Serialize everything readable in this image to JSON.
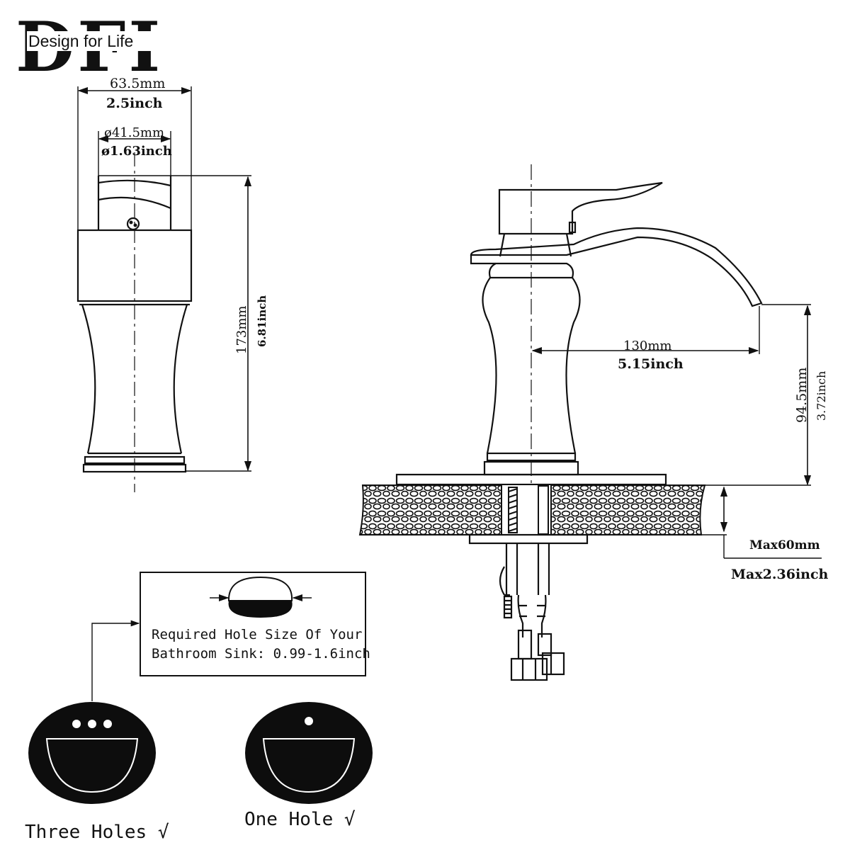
{
  "logo": {
    "letters": "DFI",
    "tagline": "Design for Life"
  },
  "front_view": {
    "width_mm": "63.5mm",
    "width_in": "2.5inch",
    "diameter_mm": "ø41.5mm",
    "diameter_in": "ø1.63inch",
    "height_mm": "173mm",
    "height_in": "6.81inch"
  },
  "side_view": {
    "reach_mm": "130mm",
    "reach_in": "5.15inch",
    "spout_height_mm": "94.5mm",
    "spout_height_in": "3.72inch",
    "deck_mm": "Max60mm",
    "deck_in": "Max2.36inch"
  },
  "hole_note": {
    "line1": "Required Hole Size Of Your",
    "line2": "Bathroom Sink: 0.99-1.6inch"
  },
  "sinks": {
    "three_holes": "Three Holes √",
    "one_hole": "One Hole  √"
  },
  "colors": {
    "ink": "#111111",
    "fill_dark": "#0d0d0d",
    "paper": "#ffffff"
  }
}
